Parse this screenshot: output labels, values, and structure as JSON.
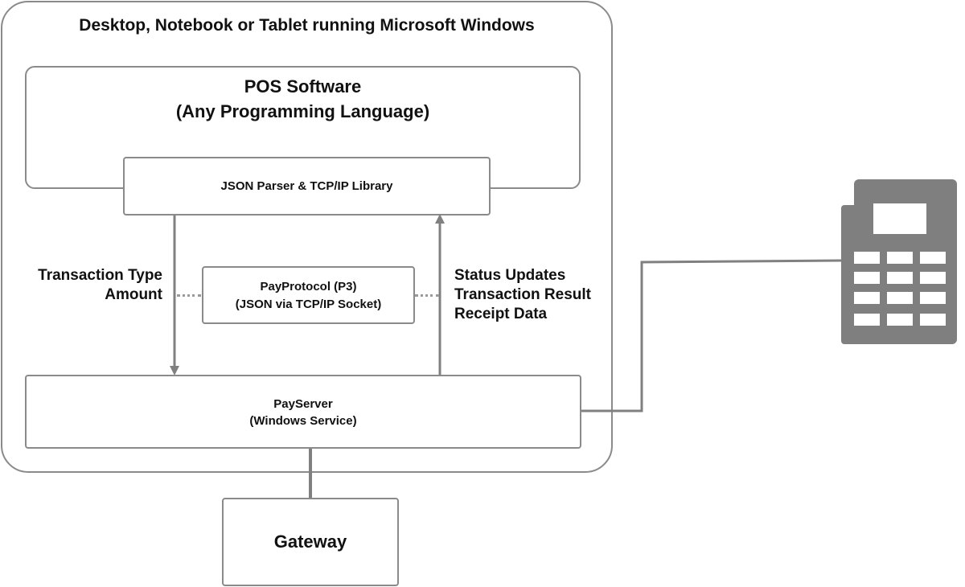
{
  "host": {
    "title": "Desktop, Notebook or Tablet running Microsoft Windows"
  },
  "pos": {
    "line1": "POS Software",
    "line2": "(Any Programming Language)"
  },
  "library": {
    "label": "JSON Parser & TCP/IP Library"
  },
  "request": {
    "line1": "Transaction Type",
    "line2": "Amount"
  },
  "protocol": {
    "line1": "PayProtocol (P3)",
    "line2": "(JSON via TCP/IP Socket)"
  },
  "response": {
    "line1": "Status Updates",
    "line2": "Transaction Result",
    "line3": "Receipt Data"
  },
  "payserver": {
    "line1": "PayServer",
    "line2": "(Windows Service)"
  },
  "gateway": {
    "label": "Gateway"
  },
  "terminal": {
    "icon": "payment-terminal-icon",
    "color": "#7f7f7f"
  }
}
